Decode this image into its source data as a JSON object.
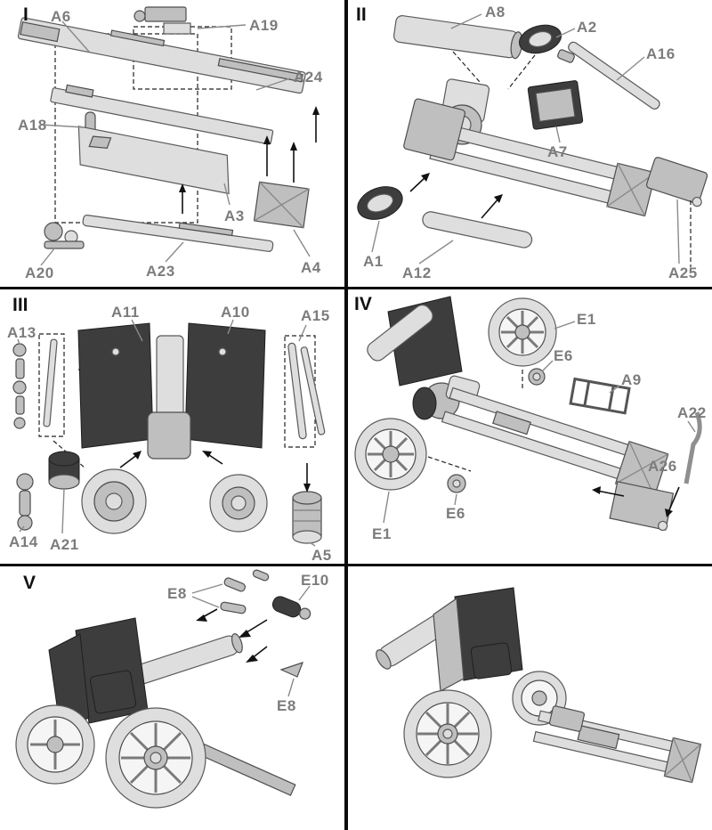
{
  "colors": {
    "label_gray": "#7c7c7c",
    "line_black": "#0a0a0a",
    "part_light": "#dedede",
    "part_dark": "#3d3d3d"
  },
  "panels": [
    {
      "numeral": "I",
      "labels": [
        "A6",
        "A19",
        "A24",
        "A18",
        "A3",
        "A20",
        "A23",
        "A4"
      ]
    },
    {
      "numeral": "II",
      "labels": [
        "A8",
        "A2",
        "A16",
        "A7",
        "A1",
        "A12",
        "A25"
      ]
    },
    {
      "numeral": "III",
      "labels": [
        "A11",
        "A10",
        "A15",
        "A13",
        "A14",
        "A21",
        "A5"
      ]
    },
    {
      "numeral": "IV",
      "labels": [
        "E1",
        "E6",
        "A9",
        "A22",
        "A26",
        "E6",
        "E1"
      ]
    },
    {
      "numeral": "V",
      "labels": [
        "E8",
        "E10",
        "E8"
      ]
    },
    {
      "numeral": "",
      "labels": []
    }
  ]
}
